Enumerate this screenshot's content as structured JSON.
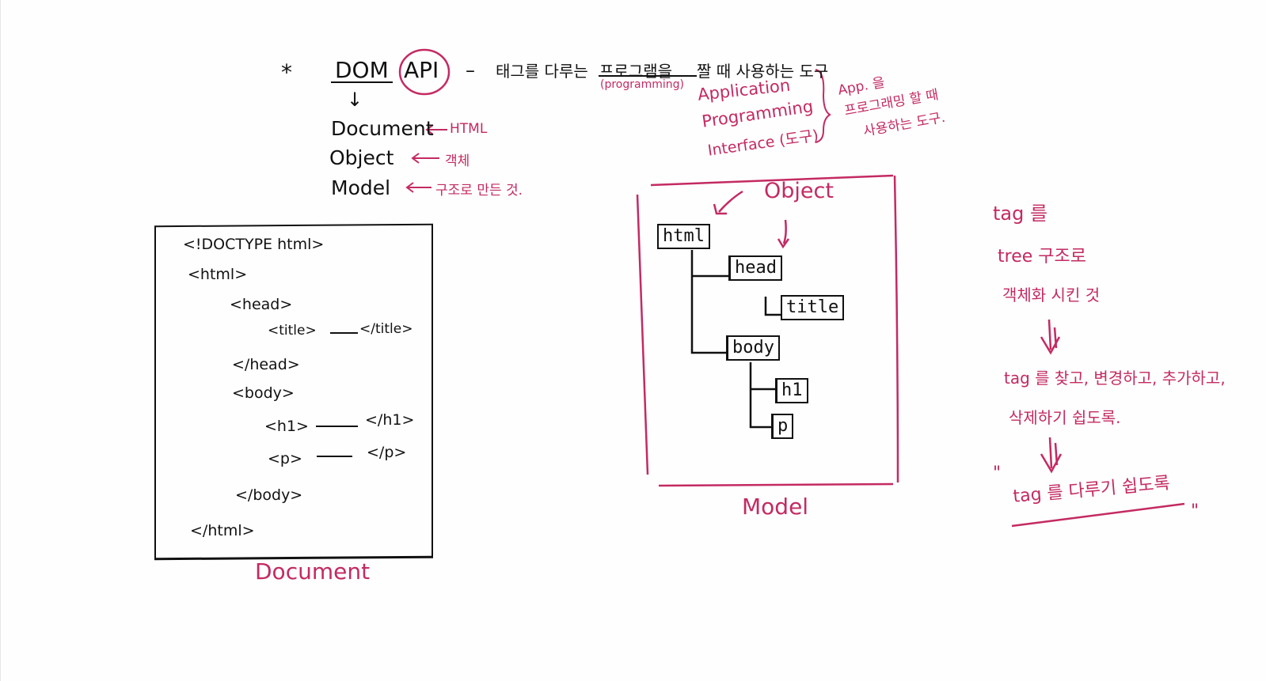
{
  "colors": {
    "ink": "#111111",
    "accent": "#c42a62",
    "board": "#fefefe"
  },
  "header": {
    "star": "*",
    "dom": "DOM",
    "api": "API",
    "dash": "–",
    "desc_a": "태그를 다루는",
    "desc_b": "프로그램을",
    "desc_c": "짤 때 사용하는 도구",
    "programming_note": "(programming)"
  },
  "api_expansion": {
    "lines": [
      "Application",
      "Programming",
      "Interface (도구)"
    ],
    "note_lines": [
      "App. 을",
      "프로그래밍 할 때",
      "사용하는 도구."
    ]
  },
  "dom_expansion": {
    "arrow": "↓",
    "rows": [
      {
        "word": "Document",
        "meaning": "HTML"
      },
      {
        "word": "Object",
        "meaning": "객체"
      },
      {
        "word": "Model",
        "meaning": "구조로 만든 것."
      }
    ]
  },
  "document_box": {
    "caption": "Document",
    "lines": {
      "doctype": "<!DOCTYPE html>",
      "html_open": "<html>",
      "head_open": "<head>",
      "title_open": "<title>",
      "title_close": "</title>",
      "head_close": "</head>",
      "body_open": "<body>",
      "h1_open": "<h1>",
      "h1_close": "</h1>",
      "p_open": "<p>",
      "p_close": "</p>",
      "body_close": "</body>",
      "html_close": "</html>"
    }
  },
  "model_box": {
    "object_label": "Object",
    "caption": "Model",
    "nodes": {
      "html": "html",
      "head": "head",
      "title": "title",
      "body": "body",
      "h1": "h1",
      "p": "p"
    }
  },
  "notes": {
    "line1": "tag 를",
    "line2": "tree 구조로",
    "line3": "객체화 시킨 것",
    "line4": "tag 를 찾고, 변경하고, 추가하고,",
    "line5": "삭제하기 쉽도록.",
    "line6": "tag 를 다루기 쉽도록",
    "quote_open": "\"",
    "quote_close": "\""
  }
}
